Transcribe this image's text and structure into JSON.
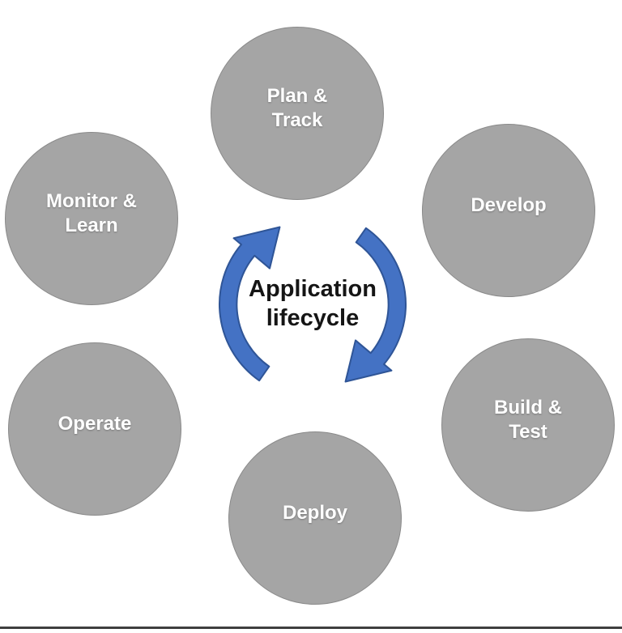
{
  "diagram": {
    "title": "Application lifecycle cycle diagram",
    "center": {
      "label": "Application lifecycle",
      "lines": [
        "Application",
        "lifecycle"
      ]
    },
    "nodes": [
      {
        "id": "plan-track",
        "label": "Plan & Track",
        "lines": [
          "Plan &",
          "Track"
        ]
      },
      {
        "id": "develop",
        "label": "Develop",
        "lines": [
          "Develop"
        ]
      },
      {
        "id": "build-test",
        "label": "Build & Test",
        "lines": [
          "Build &",
          "Test"
        ]
      },
      {
        "id": "deploy",
        "label": "Deploy",
        "lines": [
          "Deploy"
        ]
      },
      {
        "id": "operate",
        "label": "Operate",
        "lines": [
          "Operate"
        ]
      },
      {
        "id": "monitor-learn",
        "label": "Monitor & Learn",
        "lines": [
          "Monitor &",
          "Learn"
        ]
      }
    ],
    "colors": {
      "node_fill": "#a5a5a5",
      "node_border": "#8a8a8a",
      "node_text": "#ffffff",
      "arrow_fill": "#4472c4",
      "arrow_border": "#2f5597",
      "center_text": "#151515",
      "bottom_rule": "#3f3f3f"
    }
  }
}
